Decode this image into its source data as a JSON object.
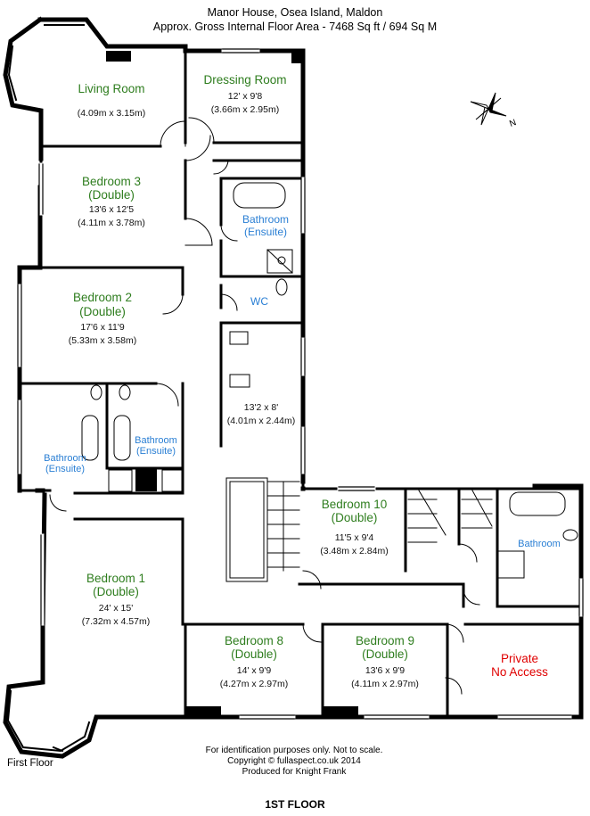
{
  "header": {
    "title": "Manor House, Osea Island, Maldon",
    "area": "Approx. Gross Internal Floor Area - 7468 Sq ft / 694 Sq M"
  },
  "compass": {
    "north_label": "N"
  },
  "rooms": {
    "living_room": {
      "name": "Living Room",
      "dims": "(4.09m x 3.15m)"
    },
    "dressing_room": {
      "name": "Dressing Room",
      "dims_imperial": "12' x 9'8",
      "dims_metric": "(3.66m x 2.95m)"
    },
    "bedroom3": {
      "name_line1": "Bedroom 3",
      "name_line2": "(Double)",
      "dims_imperial": "13'6 x 12'5",
      "dims_metric": "(4.11m x 3.78m)"
    },
    "bathroom_ensuite_top": {
      "name_line1": "Bathroom",
      "name_line2": "(Ensuite)"
    },
    "wc": {
      "name": "WC"
    },
    "bedroom2": {
      "name_line1": "Bedroom 2",
      "name_line2": "(Double)",
      "dims_imperial": "17'6 x 11'9",
      "dims_metric": "(5.33m x 3.58m)"
    },
    "kitchen": {
      "dims_imperial": "13'2 x 8'",
      "dims_metric": "(4.01m x 2.44m)"
    },
    "bathroom_ensuite_left": {
      "name_line1": "Bathroom",
      "name_line2": "(Ensuite)"
    },
    "bathroom_ensuite_mid": {
      "name_line1": "Bathroom",
      "name_line2": "(Ensuite)"
    },
    "bedroom10": {
      "name_line1": "Bedroom 10",
      "name_line2": "(Double)",
      "dims_imperial": "11'5 x 9'4",
      "dims_metric": "(3.48m x 2.84m)"
    },
    "bathroom_right": {
      "name": "Bathroom"
    },
    "bedroom1": {
      "name_line1": "Bedroom 1",
      "name_line2": "(Double)",
      "dims_imperial": "24' x 15'",
      "dims_metric": "(7.32m x 4.57m)"
    },
    "bedroom8": {
      "name_line1": "Bedroom 8",
      "name_line2": "(Double)",
      "dims_imperial": "14' x 9'9",
      "dims_metric": "(4.27m x 2.97m)"
    },
    "bedroom9": {
      "name_line1": "Bedroom 9",
      "name_line2": "(Double)",
      "dims_imperial": "13'6 x 9'9",
      "dims_metric": "(4.11m x 2.97m)"
    },
    "private": {
      "line1": "Private",
      "line2": "No Access"
    }
  },
  "footer": {
    "disclaimer": "For identification purposes only. Not to scale.",
    "copyright": "Copyright © fullaspect.co.uk 2014",
    "produced": "Produced for Knight Frank",
    "floor_label_left": "First Floor",
    "floor_label_bottom": "1ST FLOOR"
  }
}
